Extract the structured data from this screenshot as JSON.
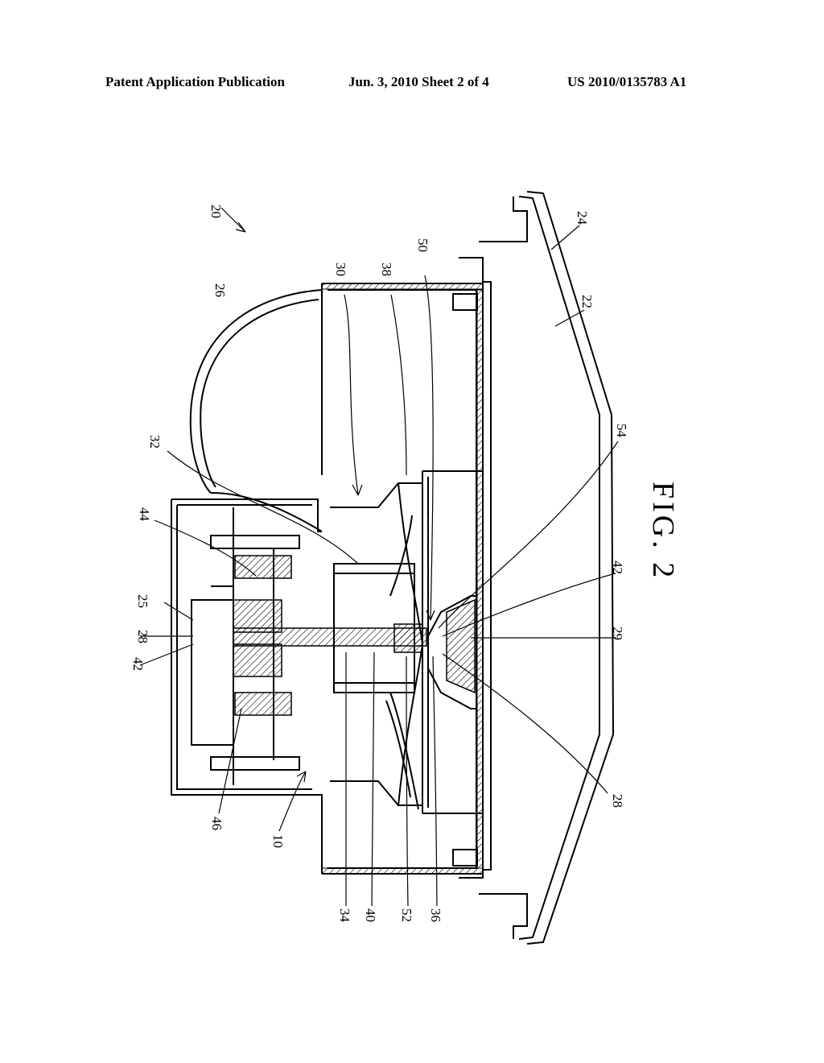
{
  "header": {
    "publication": "Patent Application Publication",
    "date_sheet": "Jun. 3, 2010   Sheet 2 of 4",
    "number": "US 2010/0135783 A1"
  },
  "figure": {
    "caption": "FIG. 2",
    "labels": {
      "l20": "20",
      "l26": "26",
      "l30": "30",
      "l38": "38",
      "l50": "50",
      "l24": "24",
      "l22": "22",
      "l32": "32",
      "l54": "54",
      "l44": "44",
      "l25": "25",
      "l28a": "28",
      "l42a": "42",
      "l42b": "42",
      "l29": "29",
      "l28b": "28",
      "l46": "46",
      "l10": "10",
      "l34": "34",
      "l40": "40",
      "l52": "52",
      "l36": "36"
    }
  }
}
